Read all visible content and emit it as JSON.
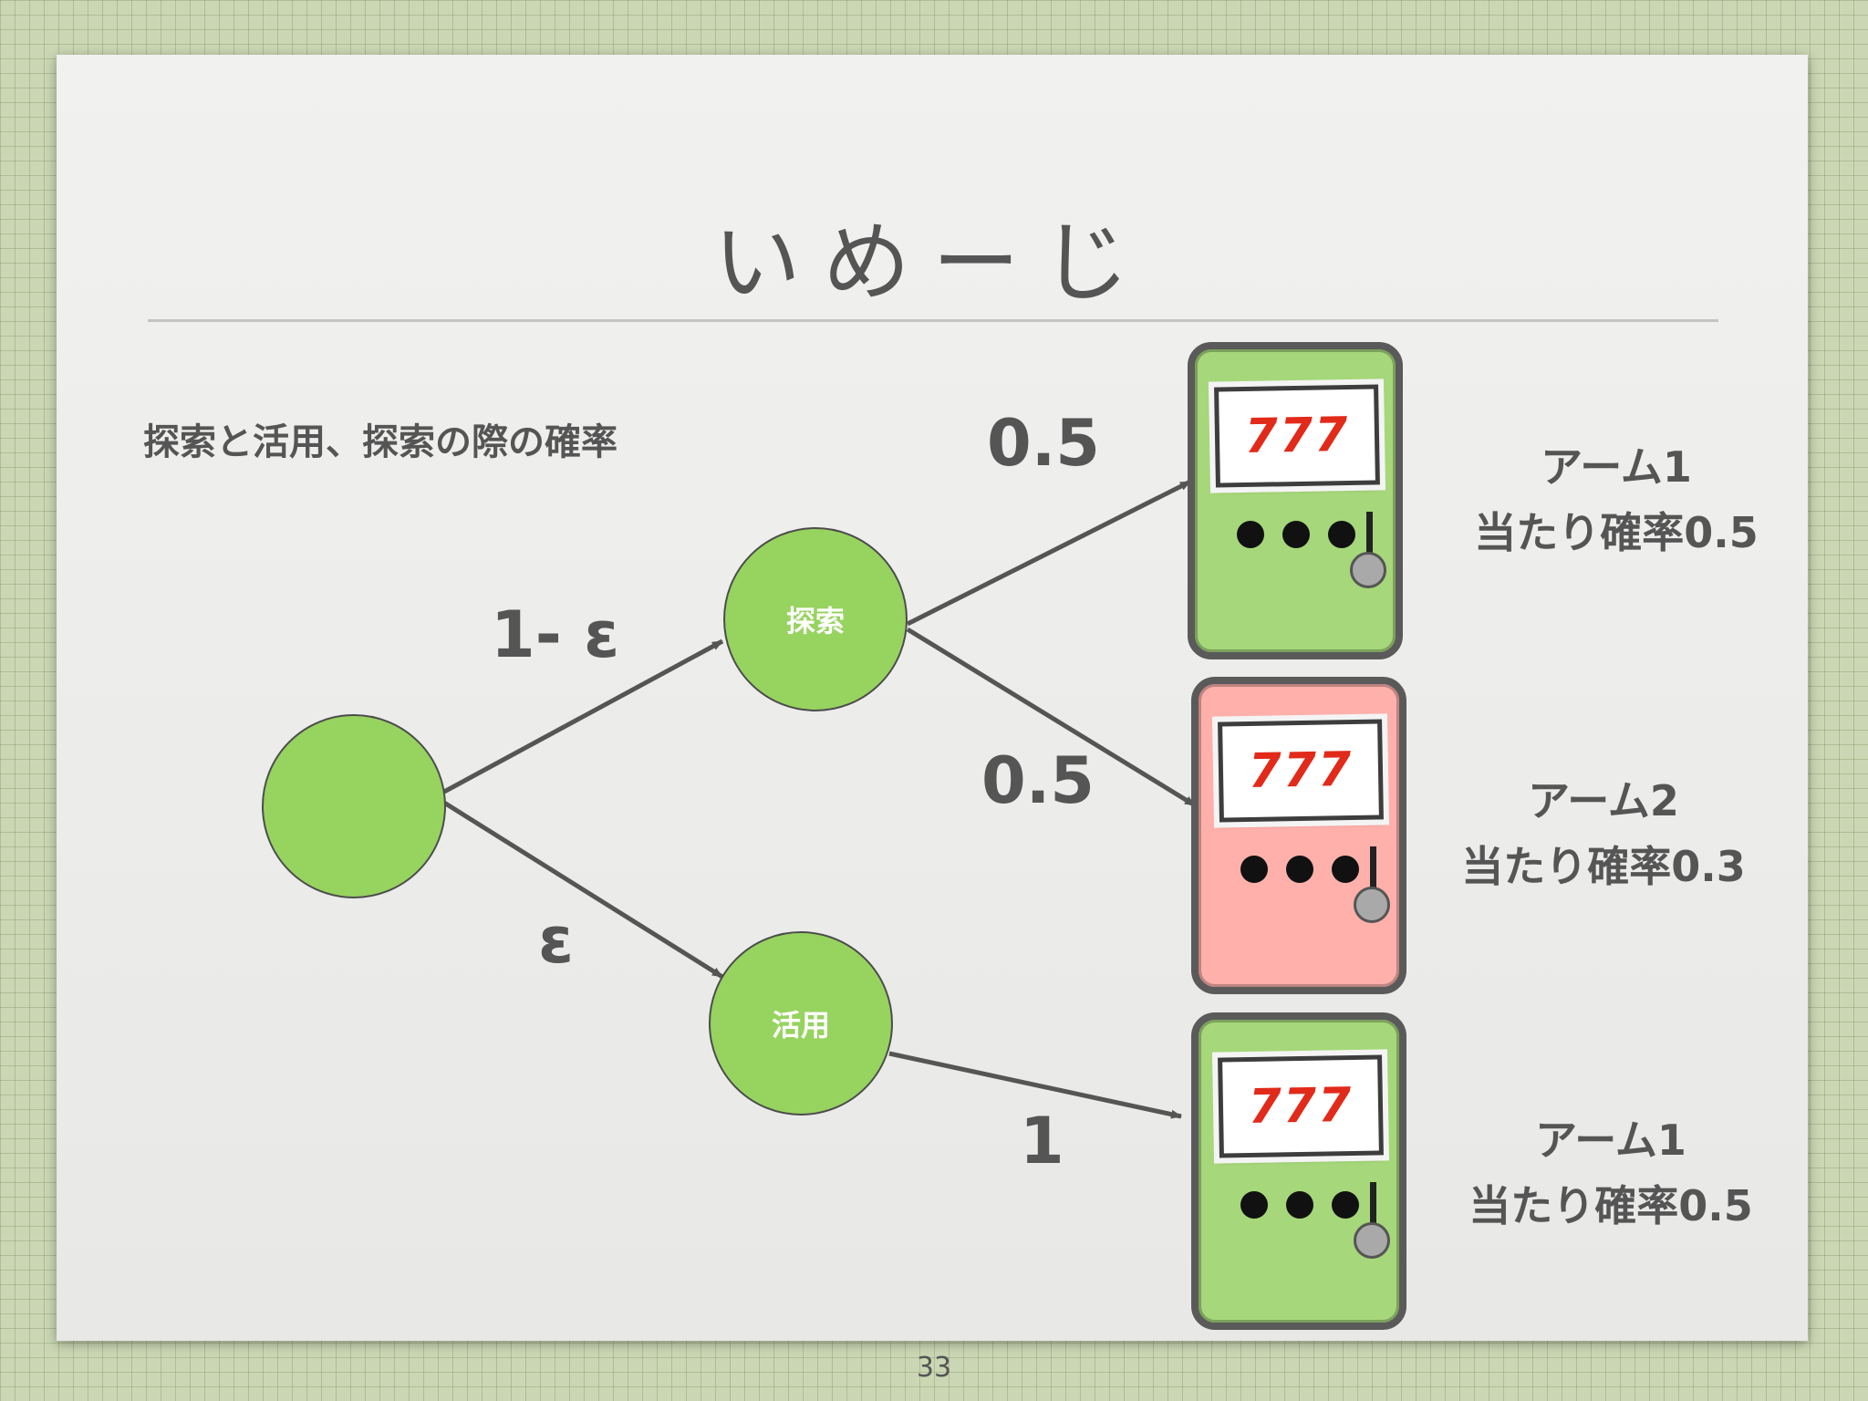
{
  "slide": {
    "title": "いめーじ",
    "subtitle": "探索と活用、探索の際の確率",
    "page_number": "33"
  },
  "nodes": {
    "root": "",
    "explore": "探索",
    "exploit": "活用"
  },
  "edges": {
    "root_to_explore": "1- ε",
    "root_to_exploit": "ε",
    "explore_to_arm1": "0.5",
    "explore_to_arm2": "0.5",
    "exploit_to_arm1": "1"
  },
  "machines": [
    {
      "display": "777",
      "color": "#a6d77a"
    },
    {
      "display": "777",
      "color": "#ffb0ab"
    },
    {
      "display": "777",
      "color": "#a6d77a"
    }
  ],
  "arms": [
    {
      "name": "アーム1",
      "probability": "当たり確率0.5"
    },
    {
      "name": "アーム2",
      "probability": "当たり確率0.3"
    },
    {
      "name": "アーム1",
      "probability": "当たり確率0.5"
    }
  ]
}
